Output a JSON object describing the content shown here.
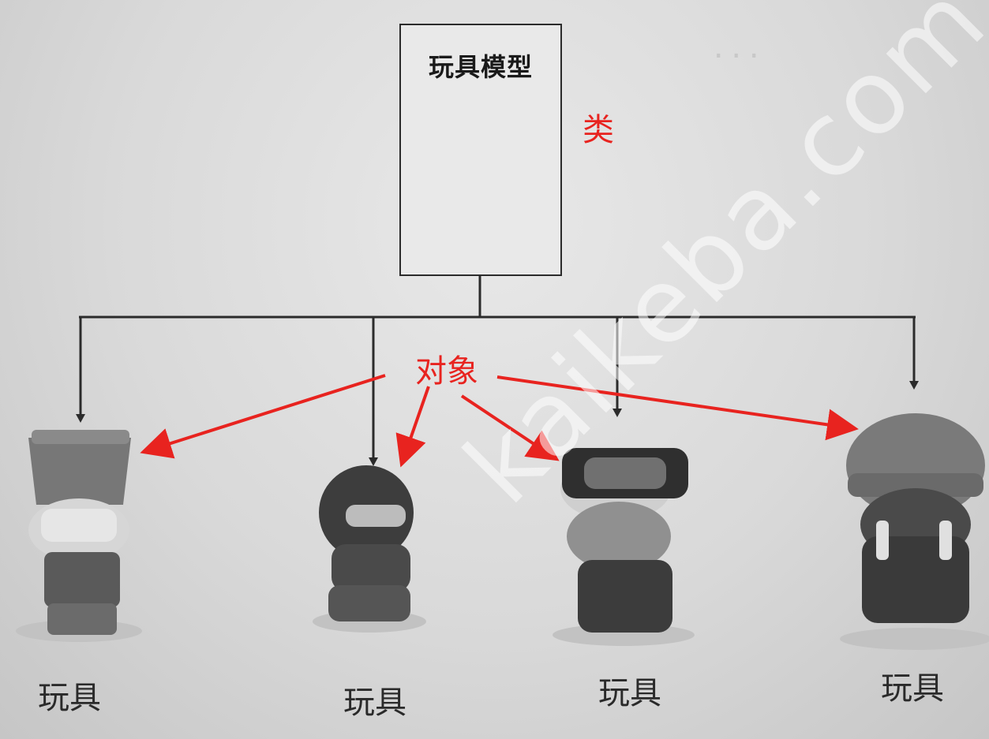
{
  "class_box": {
    "title": "玩具模型",
    "label": "类"
  },
  "objects_label": "对象",
  "toys": [
    {
      "label": "玩具"
    },
    {
      "label": "玩具"
    },
    {
      "label": "玩具"
    },
    {
      "label": "玩具"
    }
  ],
  "watermark": "kaikeba.com",
  "colors": {
    "annotation_red": "#e8231f",
    "line": "#2b2b2b"
  }
}
